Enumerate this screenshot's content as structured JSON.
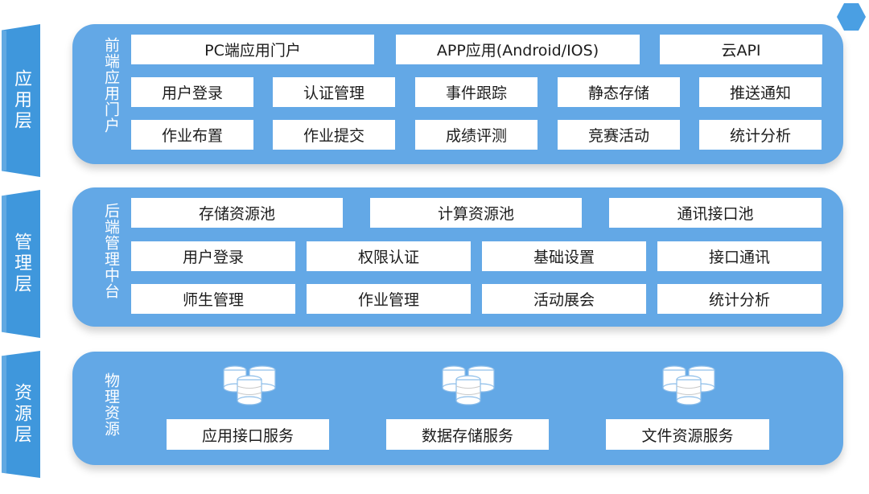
{
  "colors": {
    "panel": "#63a8e6",
    "tab": "#3f97dc",
    "box": "#ffffff",
    "text": "#1c1c1c"
  },
  "layers": {
    "application": {
      "tab": "应用层",
      "label": "前端应用门户",
      "row1": [
        "PC端应用门户",
        "APP应用(Android/IOS)",
        "云API"
      ],
      "row2": [
        "用户登录",
        "认证管理",
        "事件跟踪",
        "静态存储",
        "推送通知"
      ],
      "row3": [
        "作业布置",
        "作业提交",
        "成绩评测",
        "竞赛活动",
        "统计分析"
      ]
    },
    "management": {
      "tab": "管理层",
      "label": "后端管理中台",
      "row1": [
        "存储资源池",
        "计算资源池",
        "通讯接口池"
      ],
      "row2": [
        "用户登录",
        "权限认证",
        "基础设置",
        "接口通讯"
      ],
      "row3": [
        "师生管理",
        "作业管理",
        "活动展会",
        "统计分析"
      ]
    },
    "resource": {
      "tab": "资源层",
      "label": "物理资源",
      "services": [
        "应用接口服务",
        "数据存储服务",
        "文件资源服务"
      ],
      "icons": [
        "database-icon",
        "database-icon",
        "database-icon"
      ]
    }
  }
}
